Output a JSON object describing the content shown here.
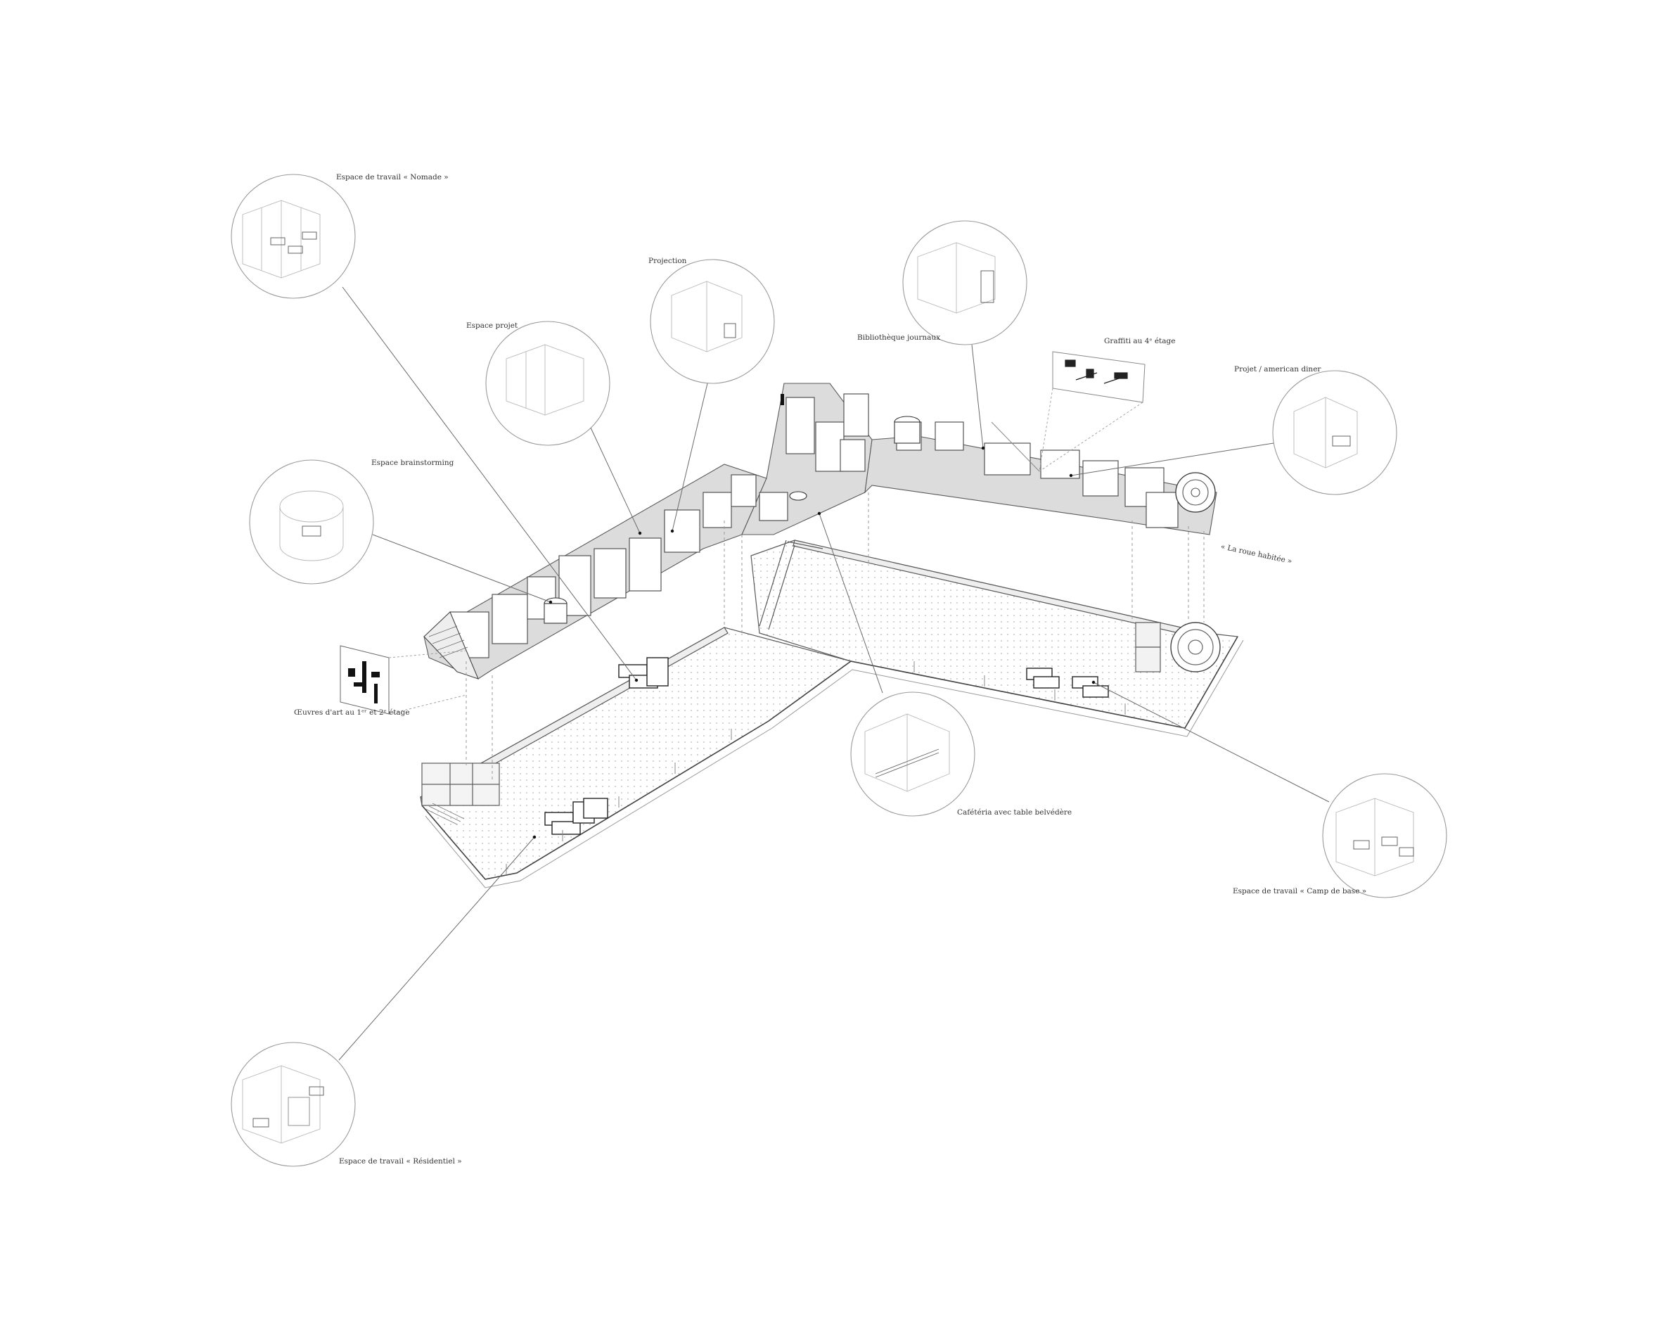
{
  "labels": {
    "nomade": "Espace de travail « Nomade »",
    "projection": "Projection",
    "espace_projet": "Espace projet",
    "bibliotheque": "Bibliothèque journaux",
    "graffiti": "Graffiti au 4ᵉ étage",
    "american_diner": "Projet / american diner",
    "brainstorming": "Espace brainstorming",
    "roue": "« La roue habitée »",
    "oeuvres": "Œuvres d'art au 1ᵉʳ et 2ᵉ étage",
    "cafeteria": "Cafétéria avec table belvédère",
    "camp_de_base": "Espace de travail « Camp de base »",
    "residentiel": "Espace de travail « Résidentiel »"
  },
  "colors": {
    "line": "#5a5a5a",
    "thin_line": "#8c8c8c",
    "fill_grey": "#dcdcdc",
    "dot": "#b5b5b5",
    "dark": "#111111"
  }
}
